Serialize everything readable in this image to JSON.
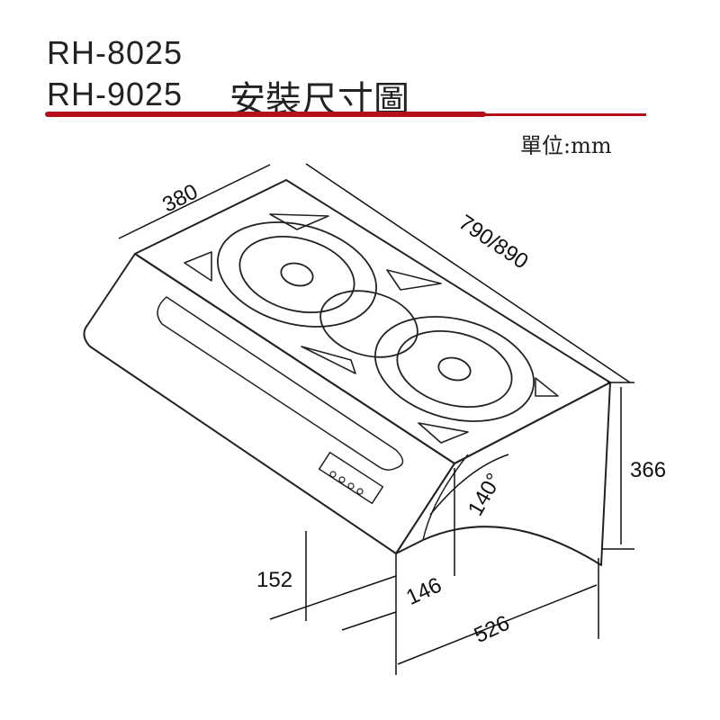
{
  "header": {
    "models": [
      "RH-8025",
      "RH-9025"
    ],
    "title": "安裝尺寸圖",
    "unit": "單位:mm"
  },
  "dimensions": {
    "depth": "380",
    "width": "790/890",
    "height": "366",
    "front_height": "152",
    "side_offset": "146",
    "side_depth": "526",
    "angle": "140°"
  },
  "colors": {
    "accent": "#b3101a",
    "line": "#222222"
  }
}
